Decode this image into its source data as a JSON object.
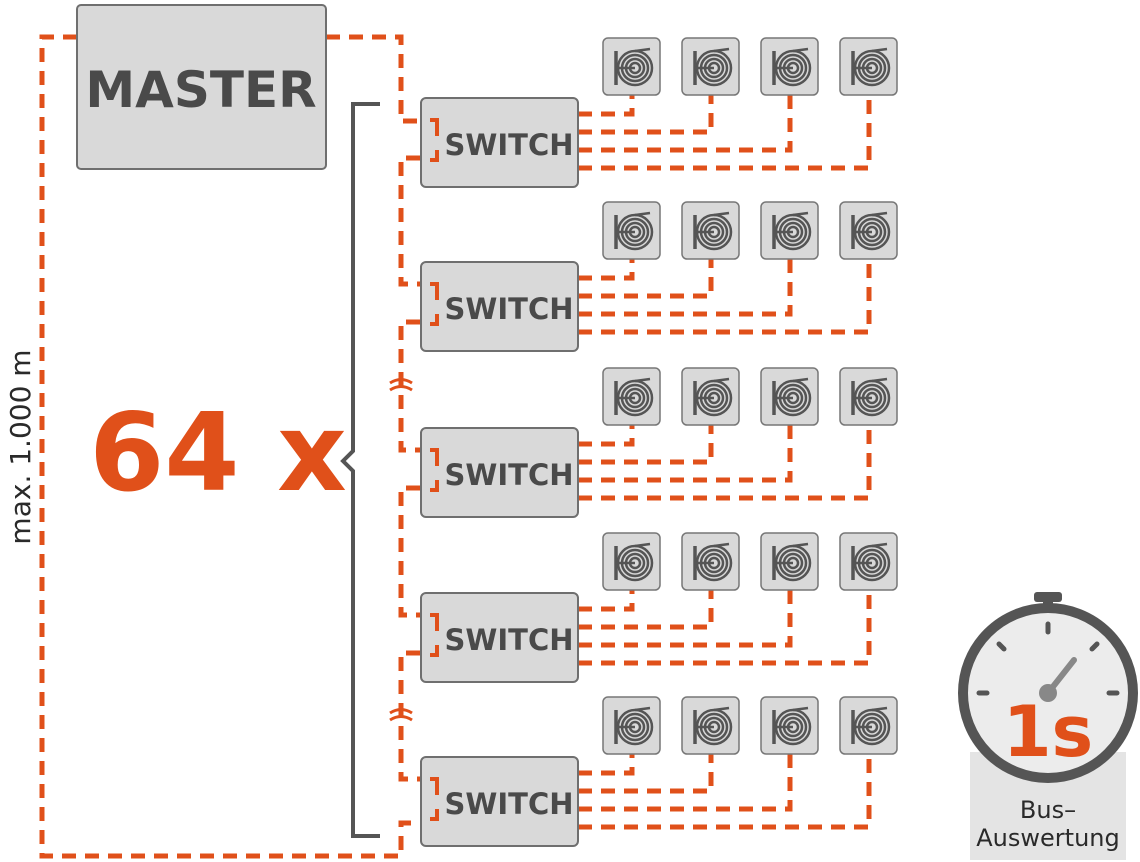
{
  "master": {
    "label": "MASTER"
  },
  "multiplier": {
    "label": "64 x"
  },
  "distance": {
    "label": "max. 1.000 m"
  },
  "switches": [
    {
      "label": "SWITCH",
      "sensors": 4
    },
    {
      "label": "SWITCH",
      "sensors": 4
    },
    {
      "label": "SWITCH",
      "sensors": 4
    },
    {
      "label": "SWITCH",
      "sensors": 4
    },
    {
      "label": "SWITCH",
      "sensors": 4
    }
  ],
  "timer": {
    "value": "1s",
    "caption_line1": "Bus–",
    "caption_line2": "Auswertung"
  },
  "icons": {
    "sensor": "coil-sensor-icon",
    "timer": "stopwatch-icon"
  },
  "colors": {
    "accent": "#e0501a",
    "box_fill": "#d9d9d9",
    "box_stroke": "#6f6f6f",
    "text": "#4a4a4a"
  }
}
